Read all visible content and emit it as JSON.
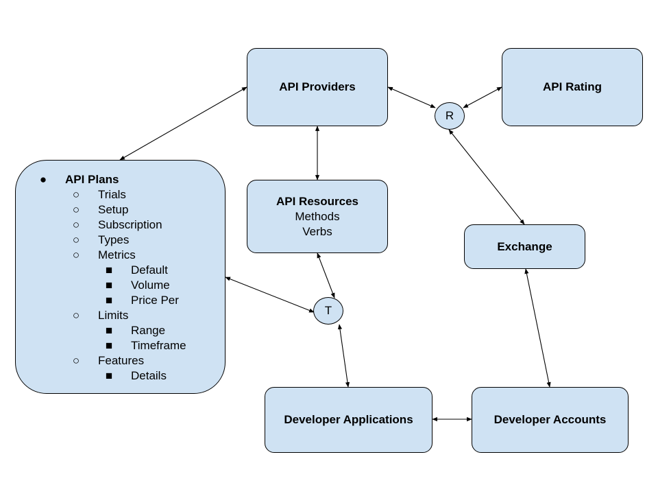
{
  "diagram": {
    "nodes": {
      "api_providers": {
        "title": "API Providers"
      },
      "api_rating": {
        "title": "API Rating"
      },
      "api_resources": {
        "title": "API Resources",
        "lines": [
          "Methods",
          "Verbs"
        ]
      },
      "exchange": {
        "title": "Exchange"
      },
      "developer_applications": {
        "title": "Developer Applications"
      },
      "developer_accounts": {
        "title": "Developer Accounts"
      },
      "relation_r": {
        "label": "R"
      },
      "relation_t": {
        "label": "T"
      }
    },
    "api_plans": {
      "title": "API Plans",
      "items": [
        {
          "label": "Trials"
        },
        {
          "label": "Setup"
        },
        {
          "label": "Subscription"
        },
        {
          "label": "Types"
        },
        {
          "label": "Metrics",
          "children": [
            "Default",
            "Volume",
            "Price Per"
          ]
        },
        {
          "label": "Limits",
          "children": [
            "Range",
            "Timeframe"
          ]
        },
        {
          "label": "Features",
          "children": [
            "Details"
          ]
        }
      ]
    },
    "edges": [
      {
        "from": "api_plans",
        "to": "api_providers"
      },
      {
        "from": "api_providers",
        "to": "api_resources"
      },
      {
        "from": "api_providers",
        "to": "relation_r"
      },
      {
        "from": "api_rating",
        "to": "relation_r"
      },
      {
        "from": "exchange",
        "to": "relation_r"
      },
      {
        "from": "api_plans",
        "to": "relation_t"
      },
      {
        "from": "api_resources",
        "to": "relation_t"
      },
      {
        "from": "developer_applications",
        "to": "relation_t"
      },
      {
        "from": "developer_applications",
        "to": "developer_accounts"
      },
      {
        "from": "developer_accounts",
        "to": "exchange"
      }
    ]
  }
}
